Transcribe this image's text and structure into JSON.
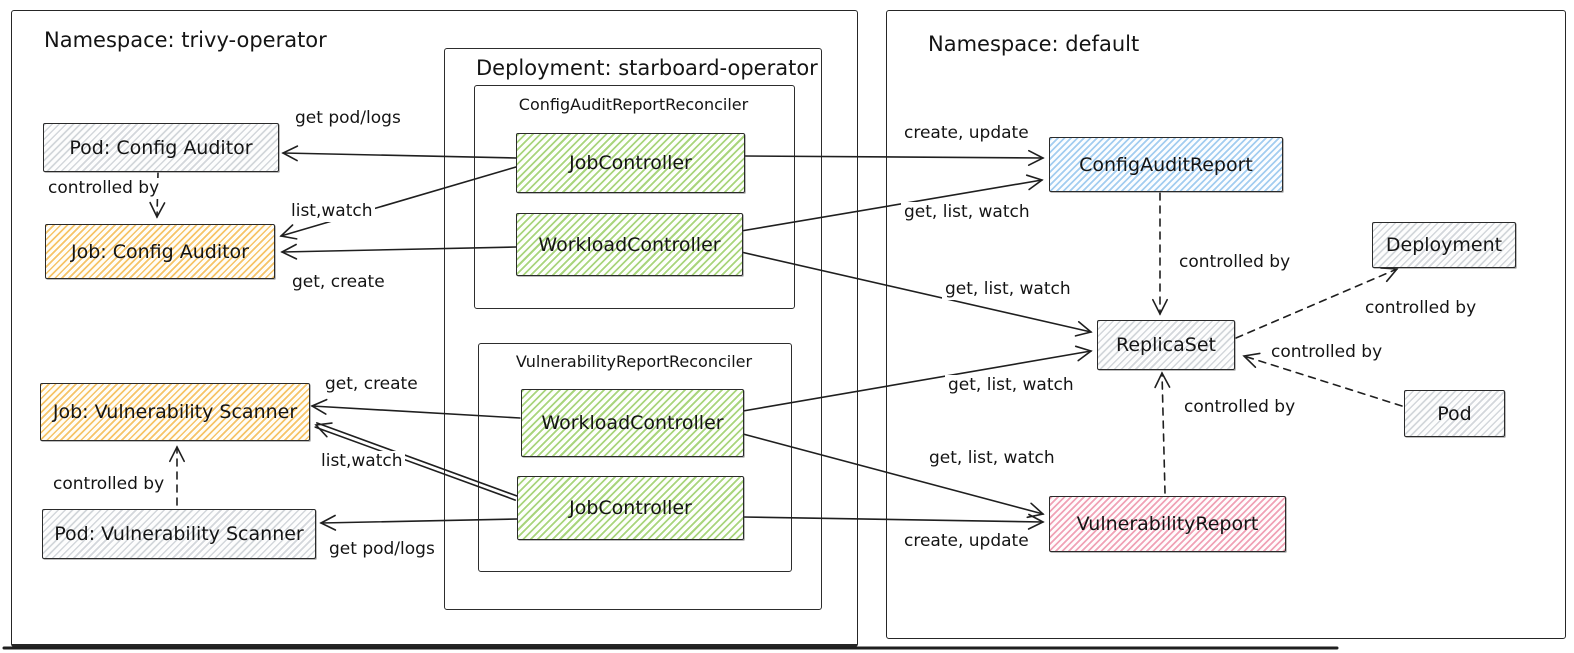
{
  "diagram": {
    "namespace_left": {
      "title": "Namespace: trivy-operator"
    },
    "namespace_right": {
      "title": "Namespace: default"
    },
    "deployment_box": {
      "title": "Deployment: starboard-operator"
    },
    "reconciler_config": {
      "title": "ConfigAuditReportReconciler",
      "job_controller": "JobController",
      "workload_controller": "WorkloadController"
    },
    "reconciler_vuln": {
      "title": "VulnerabilityReportReconciler",
      "workload_controller": "WorkloadController",
      "job_controller": "JobController"
    },
    "nodes": {
      "pod_config_auditor": "Pod: Config Auditor",
      "job_config_auditor": "Job: Config Auditor",
      "job_vulnerability_scanner": "Job: Vulnerability Scanner",
      "pod_vulnerability_scanner": "Pod: Vulnerability Scanner",
      "config_audit_report": "ConfigAuditReport",
      "deployment": "Deployment",
      "replica_set": "ReplicaSet",
      "pod": "Pod",
      "vulnerability_report": "VulnerabilityReport"
    },
    "edge_labels": {
      "get_pod_logs_top": "get pod/logs",
      "controlled_by_config_auditor": "controlled by",
      "list_watch_config": "list,watch",
      "get_create_config": "get, create",
      "get_create_vuln": "get, create",
      "list_watch_vuln": "list,watch",
      "controlled_by_vuln_scanner": "controlled by",
      "get_pod_logs_bottom": "get pod/logs",
      "create_update_config_report": "create, update",
      "get_list_watch_config_report": "get, list, watch",
      "controlled_by_config_report": "controlled by",
      "get_list_watch_config_replicaset": "get, list, watch",
      "controlled_by_deployment": "controlled by",
      "get_list_watch_vuln_replicaset": "get, list, watch",
      "controlled_by_pod": "controlled by",
      "controlled_by_vuln_report": "controlled by",
      "get_list_watch_vuln_report": "get, list, watch",
      "create_update_vuln_report": "create, update"
    },
    "colors": {
      "ink": "#1f1f1f",
      "green": "#a9d57d",
      "orange": "#f6c468",
      "blue": "#a3cdf0",
      "pink": "#f0a2b6",
      "gray": "#d3d7db"
    }
  }
}
